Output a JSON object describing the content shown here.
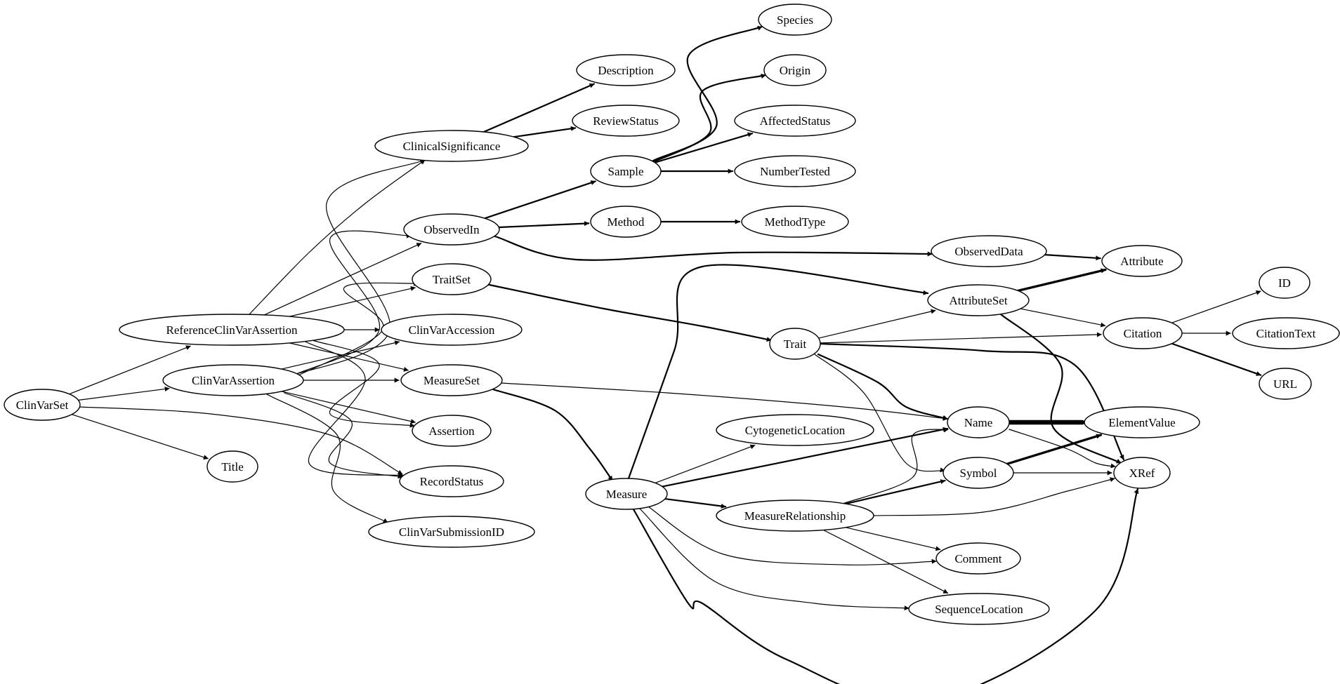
{
  "colors": {
    "background": "#ffffff",
    "stroke": "#000000",
    "text": "#000000"
  },
  "nodes": [
    {
      "id": "ClinVarSet",
      "label": "ClinVarSet"
    },
    {
      "id": "ReferenceClinVarAssertion",
      "label": "ReferenceClinVarAssertion"
    },
    {
      "id": "ClinVarAssertion",
      "label": "ClinVarAssertion"
    },
    {
      "id": "Title",
      "label": "Title"
    },
    {
      "id": "RecordStatus",
      "label": "RecordStatus"
    },
    {
      "id": "ClinicalSignificance",
      "label": "ClinicalSignificance"
    },
    {
      "id": "ObservedIn",
      "label": "ObservedIn"
    },
    {
      "id": "TraitSet",
      "label": "TraitSet"
    },
    {
      "id": "ClinVarAccession",
      "label": "ClinVarAccession"
    },
    {
      "id": "MeasureSet",
      "label": "MeasureSet"
    },
    {
      "id": "Assertion",
      "label": "Assertion"
    },
    {
      "id": "ClinVarSubmissionID",
      "label": "ClinVarSubmissionID"
    },
    {
      "id": "Description",
      "label": "Description"
    },
    {
      "id": "ReviewStatus",
      "label": "ReviewStatus"
    },
    {
      "id": "Sample",
      "label": "Sample"
    },
    {
      "id": "Method",
      "label": "Method"
    },
    {
      "id": "ObservedData",
      "label": "ObservedData"
    },
    {
      "id": "Species",
      "label": "Species"
    },
    {
      "id": "Origin",
      "label": "Origin"
    },
    {
      "id": "AffectedStatus",
      "label": "AffectedStatus"
    },
    {
      "id": "NumberTested",
      "label": "NumberTested"
    },
    {
      "id": "MethodType",
      "label": "MethodType"
    },
    {
      "id": "Attribute",
      "label": "Attribute"
    },
    {
      "id": "Trait",
      "label": "Trait"
    },
    {
      "id": "Measure",
      "label": "Measure"
    },
    {
      "id": "AttributeSet",
      "label": "AttributeSet"
    },
    {
      "id": "Citation",
      "label": "Citation"
    },
    {
      "id": "Name",
      "label": "Name"
    },
    {
      "id": "Symbol",
      "label": "Symbol"
    },
    {
      "id": "XRef",
      "label": "XRef"
    },
    {
      "id": "CytogeneticLocation",
      "label": "CytogeneticLocation"
    },
    {
      "id": "MeasureRelationship",
      "label": "MeasureRelationship"
    },
    {
      "id": "Comment",
      "label": "Comment"
    },
    {
      "id": "SequenceLocation",
      "label": "SequenceLocation"
    },
    {
      "id": "ElementValue",
      "label": "ElementValue"
    },
    {
      "id": "ID",
      "label": "ID"
    },
    {
      "id": "CitationText",
      "label": "CitationText"
    },
    {
      "id": "URL",
      "label": "URL"
    }
  ],
  "edges": [
    {
      "from": "ClinVarSet",
      "to": "ReferenceClinVarAssertion",
      "weight": 1
    },
    {
      "from": "ClinVarSet",
      "to": "ClinVarAssertion",
      "weight": 1
    },
    {
      "from": "ClinVarSet",
      "to": "Title",
      "weight": 1
    },
    {
      "from": "ClinVarSet",
      "to": "RecordStatus",
      "weight": 1
    },
    {
      "from": "ReferenceClinVarAssertion",
      "to": "ClinicalSignificance",
      "weight": 1
    },
    {
      "from": "ReferenceClinVarAssertion",
      "to": "ObservedIn",
      "weight": 1
    },
    {
      "from": "ReferenceClinVarAssertion",
      "to": "TraitSet",
      "weight": 1
    },
    {
      "from": "ReferenceClinVarAssertion",
      "to": "ClinVarAccession",
      "weight": 1
    },
    {
      "from": "ReferenceClinVarAssertion",
      "to": "MeasureSet",
      "weight": 1
    },
    {
      "from": "ReferenceClinVarAssertion",
      "to": "Assertion",
      "weight": 1
    },
    {
      "from": "ReferenceClinVarAssertion",
      "to": "RecordStatus",
      "weight": 1
    },
    {
      "from": "ClinVarAssertion",
      "to": "ClinicalSignificance",
      "weight": 1
    },
    {
      "from": "ClinVarAssertion",
      "to": "ObservedIn",
      "weight": 1
    },
    {
      "from": "ClinVarAssertion",
      "to": "TraitSet",
      "weight": 1
    },
    {
      "from": "ClinVarAssertion",
      "to": "ClinVarAccession",
      "weight": 1
    },
    {
      "from": "ClinVarAssertion",
      "to": "MeasureSet",
      "weight": 1
    },
    {
      "from": "ClinVarAssertion",
      "to": "Assertion",
      "weight": 1
    },
    {
      "from": "ClinVarAssertion",
      "to": "RecordStatus",
      "weight": 1
    },
    {
      "from": "ClinVarAssertion",
      "to": "ClinVarSubmissionID",
      "weight": 1
    },
    {
      "from": "ClinicalSignificance",
      "to": "Description",
      "weight": 2
    },
    {
      "from": "ClinicalSignificance",
      "to": "ReviewStatus",
      "weight": 2
    },
    {
      "from": "ObservedIn",
      "to": "Sample",
      "weight": 2
    },
    {
      "from": "ObservedIn",
      "to": "Method",
      "weight": 2
    },
    {
      "from": "ObservedIn",
      "to": "ObservedData",
      "weight": 2
    },
    {
      "from": "Sample",
      "to": "Species",
      "weight": 2
    },
    {
      "from": "Sample",
      "to": "Origin",
      "weight": 2
    },
    {
      "from": "Sample",
      "to": "AffectedStatus",
      "weight": 2
    },
    {
      "from": "Sample",
      "to": "NumberTested",
      "weight": 2
    },
    {
      "from": "Method",
      "to": "MethodType",
      "weight": 2
    },
    {
      "from": "ObservedData",
      "to": "Attribute",
      "weight": 2
    },
    {
      "from": "TraitSet",
      "to": "Trait",
      "weight": 2
    },
    {
      "from": "MeasureSet",
      "to": "Measure",
      "weight": 2
    },
    {
      "from": "MeasureSet",
      "to": "Name",
      "weight": 1
    },
    {
      "from": "Trait",
      "to": "AttributeSet",
      "weight": 1
    },
    {
      "from": "Trait",
      "to": "Citation",
      "weight": 1
    },
    {
      "from": "Trait",
      "to": "Name",
      "weight": 2
    },
    {
      "from": "Trait",
      "to": "Symbol",
      "weight": 1
    },
    {
      "from": "Trait",
      "to": "XRef",
      "weight": 2
    },
    {
      "from": "AttributeSet",
      "to": "Attribute",
      "weight": 3
    },
    {
      "from": "AttributeSet",
      "to": "Citation",
      "weight": 1
    },
    {
      "from": "AttributeSet",
      "to": "XRef",
      "weight": 2
    },
    {
      "from": "Citation",
      "to": "ID",
      "weight": 1
    },
    {
      "from": "Citation",
      "to": "CitationText",
      "weight": 1
    },
    {
      "from": "Citation",
      "to": "URL",
      "weight": 2
    },
    {
      "from": "Measure",
      "to": "AttributeSet",
      "weight": 2
    },
    {
      "from": "Measure",
      "to": "CytogeneticLocation",
      "weight": 1
    },
    {
      "from": "Measure",
      "to": "Name",
      "weight": 2
    },
    {
      "from": "Measure",
      "to": "MeasureRelationship",
      "weight": 2
    },
    {
      "from": "Measure",
      "to": "Comment",
      "weight": 1
    },
    {
      "from": "Measure",
      "to": "SequenceLocation",
      "weight": 1
    },
    {
      "from": "Measure",
      "to": "XRef",
      "weight": 2
    },
    {
      "from": "MeasureRelationship",
      "to": "Name",
      "weight": 1
    },
    {
      "from": "MeasureRelationship",
      "to": "Symbol",
      "weight": 2
    },
    {
      "from": "MeasureRelationship",
      "to": "XRef",
      "weight": 1
    },
    {
      "from": "MeasureRelationship",
      "to": "Comment",
      "weight": 1
    },
    {
      "from": "MeasureRelationship",
      "to": "SequenceLocation",
      "weight": 1
    },
    {
      "from": "Name",
      "to": "ElementValue",
      "weight": 6
    },
    {
      "from": "Name",
      "to": "XRef",
      "weight": 1
    },
    {
      "from": "Symbol",
      "to": "ElementValue",
      "weight": 3
    },
    {
      "from": "Symbol",
      "to": "XRef",
      "weight": 1
    }
  ]
}
